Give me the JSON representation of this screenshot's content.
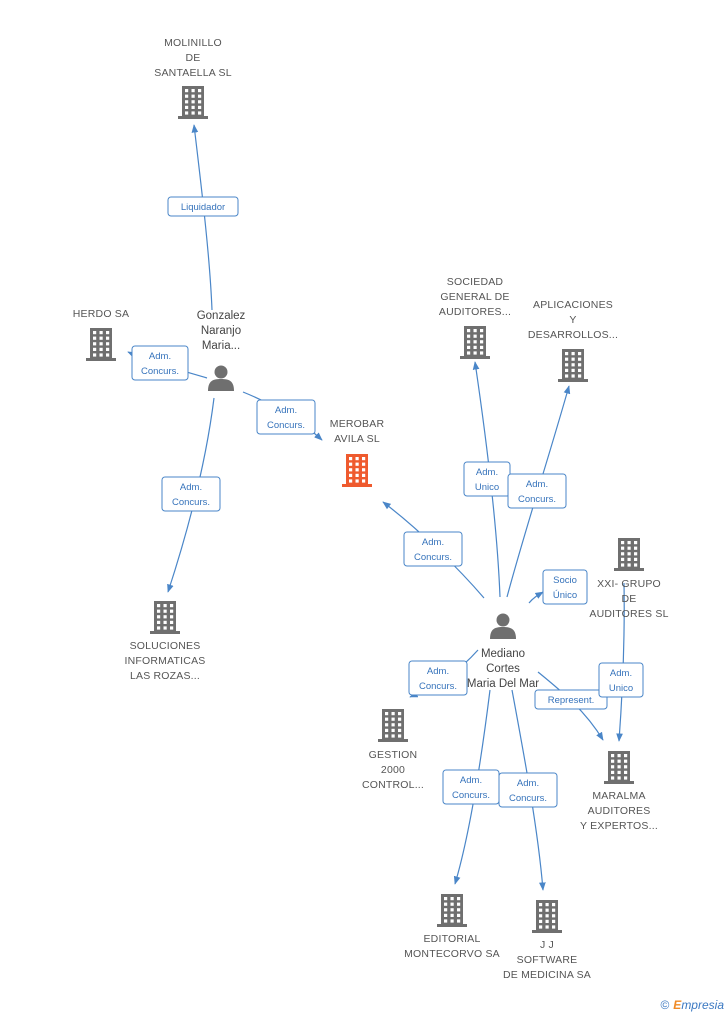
{
  "companies": [
    {
      "id": "molinillo",
      "lines": [
        "MOLINILLO",
        "DE",
        "SANTAELLA SL"
      ],
      "highlight": false
    },
    {
      "id": "herdo",
      "lines": [
        "HERDO SA"
      ],
      "highlight": false
    },
    {
      "id": "merobar",
      "lines": [
        "MEROBAR",
        "AVILA SL"
      ],
      "highlight": true
    },
    {
      "id": "soluciones",
      "lines": [
        "SOLUCIONES",
        "INFORMATICAS",
        "LAS ROZAS..."
      ],
      "highlight": false
    },
    {
      "id": "sociedad",
      "lines": [
        "SOCIEDAD",
        "GENERAL DE",
        "AUDITORES..."
      ],
      "highlight": false
    },
    {
      "id": "aplicaciones",
      "lines": [
        "APLICACIONES",
        "Y",
        "DESARROLLOS..."
      ],
      "highlight": false
    },
    {
      "id": "xxi",
      "lines": [
        "XXI- GRUPO",
        "DE",
        "AUDITORES SL"
      ],
      "highlight": false
    },
    {
      "id": "gestion",
      "lines": [
        "GESTION",
        "2000",
        "CONTROL..."
      ],
      "highlight": false
    },
    {
      "id": "maralma",
      "lines": [
        "MARALMA",
        "AUDITORES",
        "Y EXPERTOS..."
      ],
      "highlight": false
    },
    {
      "id": "editorial",
      "lines": [
        "EDITORIAL",
        "MONTECORVO SA"
      ],
      "highlight": false
    },
    {
      "id": "jj",
      "lines": [
        "J J",
        "SOFTWARE",
        "DE MEDICINA SA"
      ],
      "highlight": false
    }
  ],
  "persons": [
    {
      "id": "gonzalez",
      "lines": [
        "Gonzalez",
        "Naranjo",
        "Maria..."
      ]
    },
    {
      "id": "mediano",
      "lines": [
        "Mediano",
        "Cortes",
        "Maria Del Mar"
      ]
    }
  ],
  "edges": [
    {
      "id": "e1",
      "from": "gonzalez",
      "to": "molinillo",
      "lines": [
        "Liquidador"
      ]
    },
    {
      "id": "e2",
      "from": "gonzalez",
      "to": "herdo",
      "lines": [
        "Adm.",
        "Concurs."
      ]
    },
    {
      "id": "e3",
      "from": "gonzalez",
      "to": "merobar",
      "lines": [
        "Adm.",
        "Concurs."
      ]
    },
    {
      "id": "e4",
      "from": "gonzalez",
      "to": "soluciones",
      "lines": [
        "Adm.",
        "Concurs."
      ]
    },
    {
      "id": "e5",
      "from": "mediano",
      "to": "merobar",
      "lines": [
        "Adm.",
        "Concurs."
      ]
    },
    {
      "id": "e6",
      "from": "mediano",
      "to": "sociedad",
      "lines": [
        "Adm.",
        "Unico"
      ]
    },
    {
      "id": "e7",
      "from": "mediano",
      "to": "aplicaciones",
      "lines": [
        "Adm.",
        "Concurs."
      ]
    },
    {
      "id": "e8",
      "from": "mediano",
      "to": "xxi",
      "lines": [
        "Socio",
        "Único"
      ]
    },
    {
      "id": "e9",
      "from": "mediano",
      "to": "gestion",
      "lines": [
        "Adm.",
        "Concurs."
      ]
    },
    {
      "id": "e10",
      "from": "mediano",
      "to": "maralma",
      "lines": [
        "Represent."
      ]
    },
    {
      "id": "e11",
      "from": "xxi",
      "to": "maralma",
      "lines": [
        "Adm.",
        "Unico"
      ]
    },
    {
      "id": "e12",
      "from": "mediano",
      "to": "editorial",
      "lines": [
        "Adm.",
        "Concurs."
      ]
    },
    {
      "id": "e13",
      "from": "mediano",
      "to": "jj",
      "lines": [
        "Adm.",
        "Concurs."
      ]
    }
  ],
  "colors": {
    "edge": "#4a86c8",
    "label_text": "#3673bb",
    "building": "#6f6f6f",
    "building_highlight": "#ef5a2e",
    "person": "#6f6f6f"
  },
  "footer": {
    "copyright_symbol": "©",
    "brand_first": "E",
    "brand_rest": "mpresia"
  }
}
